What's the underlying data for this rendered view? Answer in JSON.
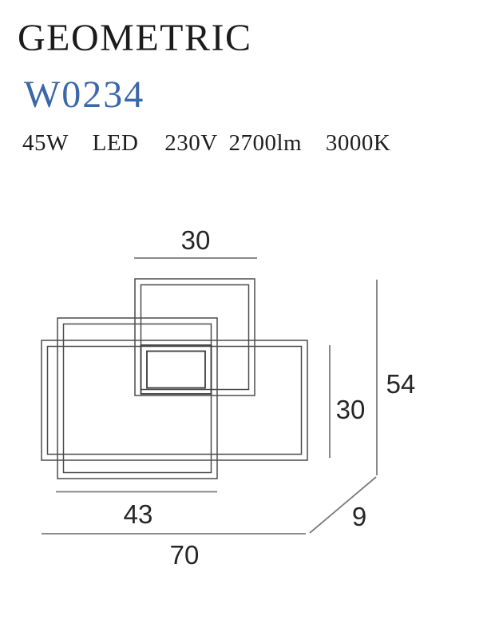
{
  "product": {
    "title": "GEOMETRIC",
    "model": "W0234",
    "specs": {
      "wattage": "45W",
      "source": "LED",
      "voltage": "230V",
      "luminous_flux": "2700lm",
      "color_temperature": "3000K"
    }
  },
  "drawing": {
    "dimensions": {
      "top_frame_width": "30",
      "left_frame_width": "43",
      "total_width": "70",
      "wide_frame_height": "30",
      "total_height": "54",
      "depth": "9"
    }
  },
  "colors": {
    "title_text": "#1b1b1b",
    "model_text": "#3a68a8",
    "frame_line": "#4c4c4c",
    "dimension_line": "#7c7c7c",
    "dimension_text": "#262626",
    "background": "#ffffff"
  }
}
